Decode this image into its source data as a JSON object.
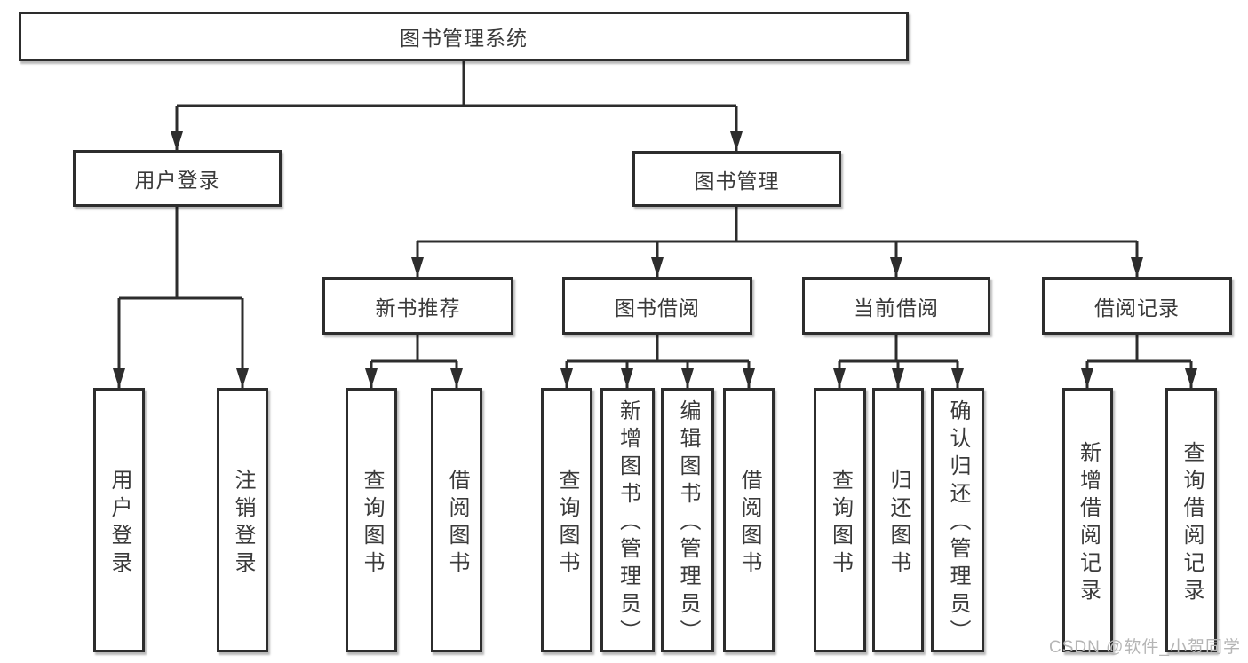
{
  "colors": {
    "line": "#2d2d2d",
    "box_border": "#2d2d2d",
    "text": "#3a3a3a",
    "background": "#ffffff",
    "watermark": "#b5b5b5"
  },
  "nodes": {
    "root": "图书管理系统",
    "user_login": "用户登录",
    "book_management": "图书管理",
    "new_book_recommend": "新书推荐",
    "book_borrow": "图书借阅",
    "current_borrow": "当前借阅",
    "borrow_records": "借阅记录",
    "leaf_user_login": "用户登录",
    "leaf_logout": "注销登录",
    "leaf_recommend_query_book": "查询图书",
    "leaf_recommend_borrow_book": "借阅图书",
    "leaf_borrow_query_book": "查询图书",
    "leaf_borrow_add_book_admin": "新增图书（管理员）",
    "leaf_borrow_edit_book_admin": "编辑图书（管理员）",
    "leaf_borrow_borrow_book": "借阅图书",
    "leaf_current_query_book": "查询图书",
    "leaf_current_return_book": "归还图书",
    "leaf_current_confirm_return_admin": "确认归还（管理员）",
    "leaf_records_add_record": "新增借阅记录",
    "leaf_records_query_record": "查询借阅记录"
  },
  "watermark": "CSDN @软件_小贺同学"
}
